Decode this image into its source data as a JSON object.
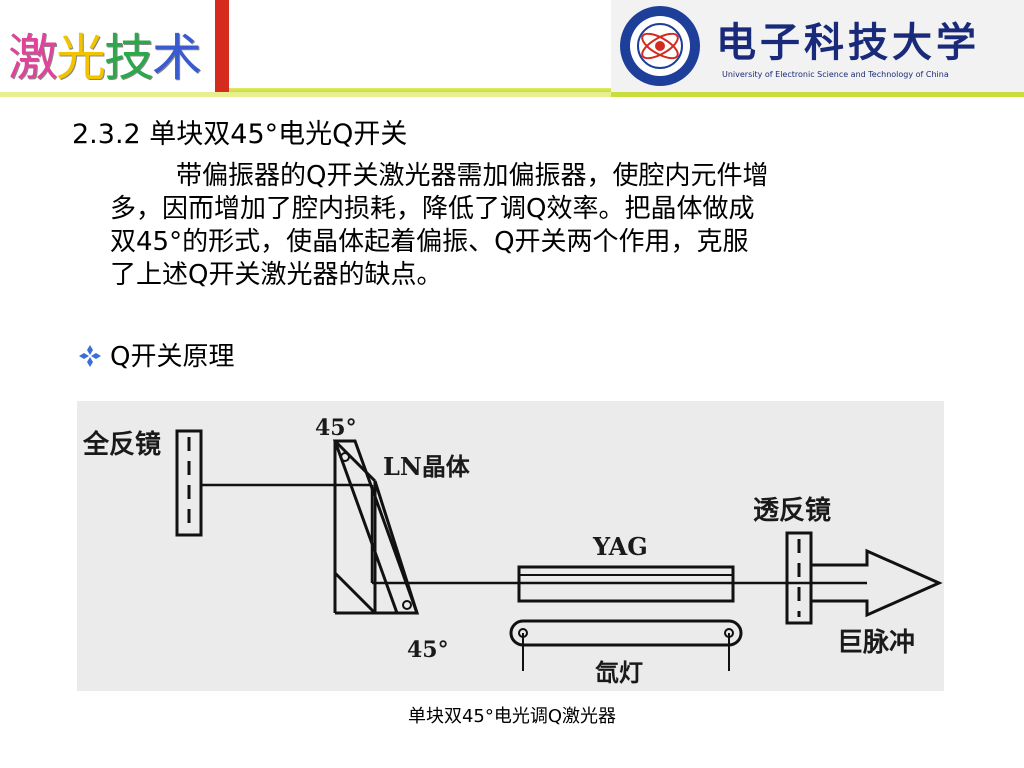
{
  "header": {
    "logo_chars": [
      "激",
      "光",
      "技",
      "术"
    ],
    "logo_colors": [
      "#e0449a",
      "#f2c400",
      "#2aa84a",
      "#3a5bd0"
    ],
    "university_name": "电子科技大学",
    "university_subtitle": "University of Electronic Science and Technology of China"
  },
  "section": {
    "heading": "2.3.2  单块双45°电光Q开关",
    "paragraph_lines": [
      "带偏振器的Q开关激光器需加偏振器，使腔内元件增",
      "多，因而增加了腔内损耗，降低了调Q效率。把晶体做成",
      "双45°的形式，使晶体起着偏振、Q开关两个作用，克服",
      "了上述Q开关激光器的缺点。"
    ],
    "bullet": "Q开关原理"
  },
  "diagram": {
    "labels": {
      "full_mirror": "全反镜",
      "angle_top": "45°",
      "crystal": "LN晶体",
      "yag": "YAG",
      "output_mirror": "透反镜",
      "angle_bottom": "45°",
      "giant_pulse": "巨脉冲",
      "lamp": "氙灯"
    },
    "caption": "单块双45°电光调Q激光器"
  },
  "colors": {
    "red_bar": "#d42b1e",
    "accent_green": "#c9dd3c",
    "diagram_bg": "#ebebeb",
    "bullet_blue": "#3a6fd8"
  }
}
